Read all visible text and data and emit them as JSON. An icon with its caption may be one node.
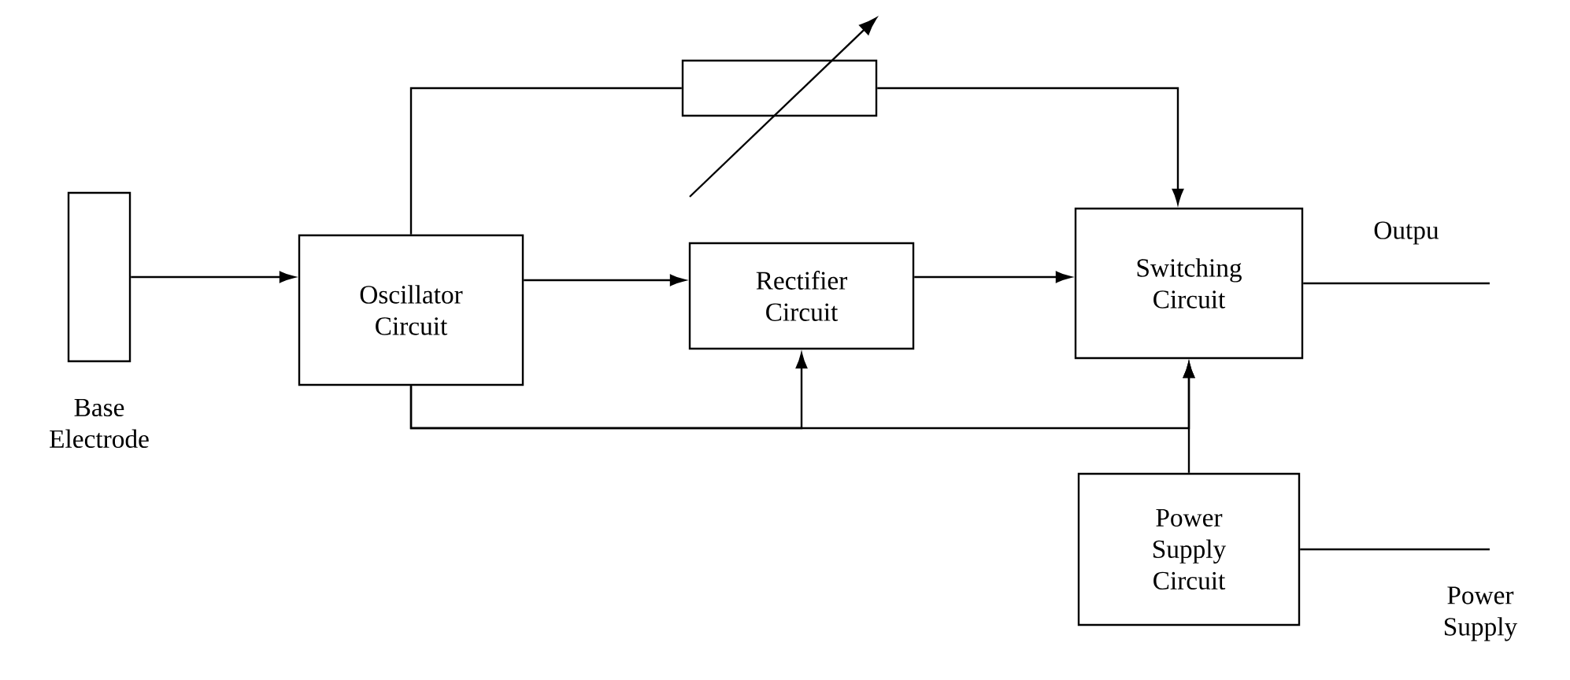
{
  "diagram": {
    "nodes": [
      {
        "text": [],
        "shape": "box",
        "beside": [
          "Base Electrode"
        ]
      },
      {
        "text": [
          "Oscillator Circuit"
        ]
      },
      {
        "text": [
          "Rectifier Circuit"
        ]
      },
      {
        "text": [
          "Switching Circuit"
        ]
      },
      {
        "text": [
          "Power Supply Circuit"
        ]
      },
      {
        "text": [],
        "shape": "box"
      }
    ],
    "edges": [
      {
        "from": 0,
        "to": 1,
        "arrow": "to"
      },
      {
        "from": 1,
        "to": 2,
        "arrow": "to"
      },
      {
        "from": 2,
        "to": 3,
        "arrow": "to"
      },
      {
        "from": 1,
        "to": 5,
        "arrow": "none"
      },
      {
        "from": 5,
        "to": 3,
        "arrow": "to"
      },
      {
        "from": 1,
        "to": 2,
        "arrow": "to"
      },
      {
        "from": 1,
        "to": 3,
        "arrow": "to"
      },
      {
        "from": 4,
        "to": 3,
        "arrow": "to"
      },
      {
        "from": 3,
        "to": null,
        "arrow": "none"
      },
      {
        "from": 4,
        "to": null,
        "arrow": "none"
      }
    ],
    "labels": [
      "Outpu",
      "Power Supply"
    ]
  }
}
